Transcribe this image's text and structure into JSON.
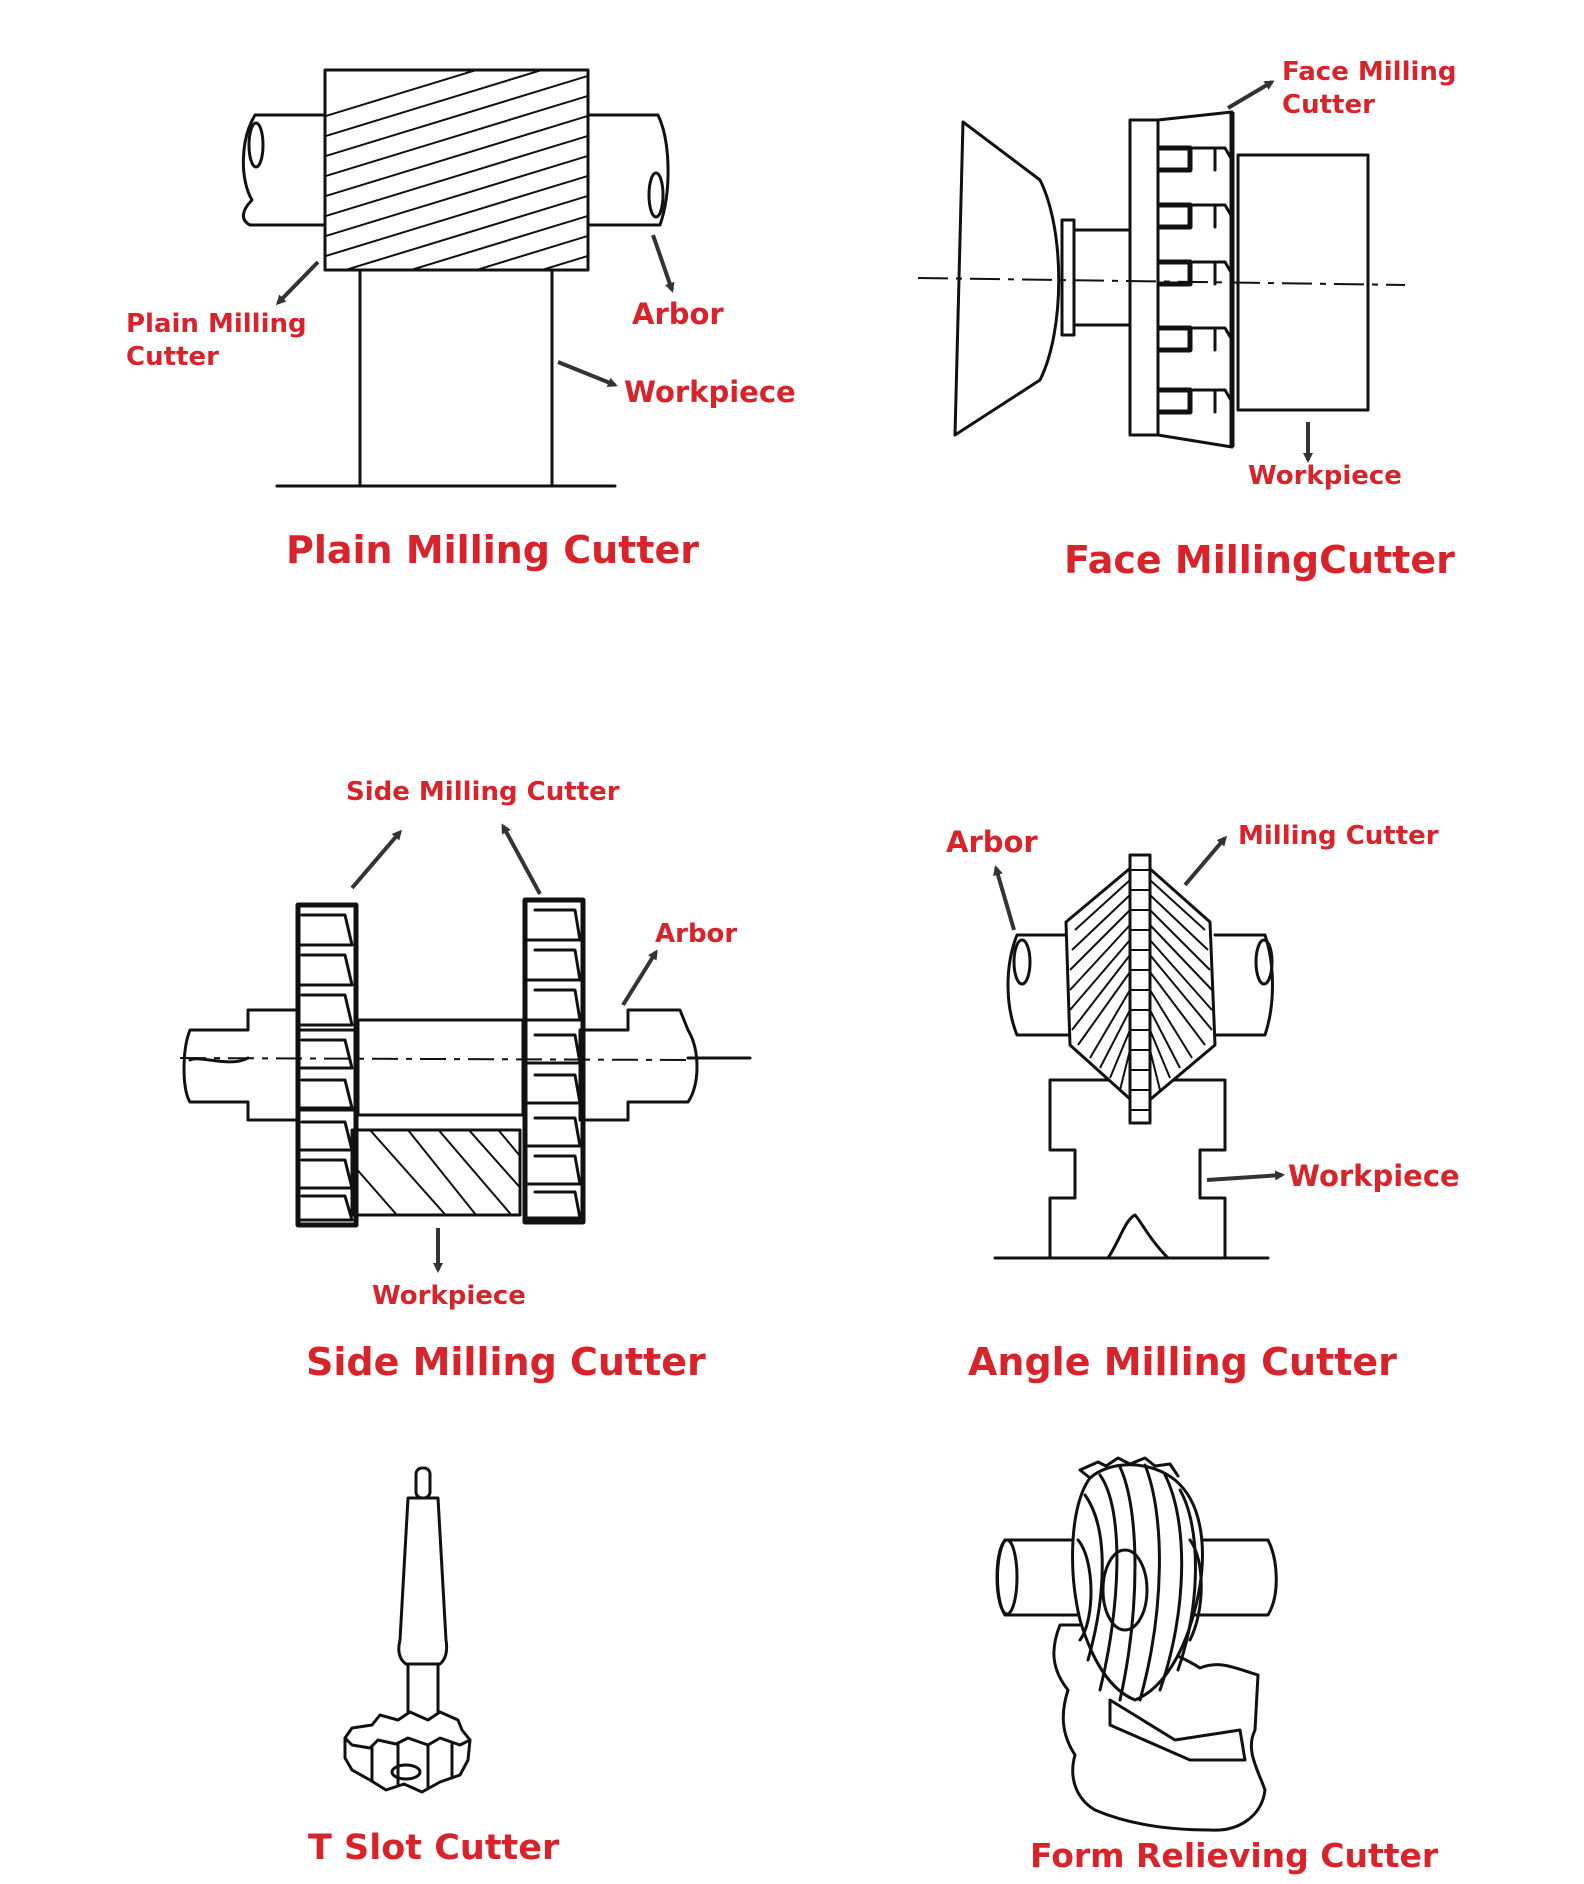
{
  "panels": {
    "plain": {
      "title": "Plain Milling Cutter",
      "label_cutter_line1": "Plain Milling",
      "label_cutter_line2": "Cutter",
      "label_arbor": "Arbor",
      "label_workpiece": "Workpiece"
    },
    "face": {
      "title_part1": "Face Milling",
      "title_part2": "Cutter",
      "label_cutter_line1": "Face Milling",
      "label_cutter_line2": "Cutter",
      "label_workpiece": "Workpiece"
    },
    "side": {
      "title_part1": "Side Milling",
      "title_part2": "Cutter",
      "label_cutter": "Side Milling Cutter",
      "label_arbor": "Arbor",
      "label_workpiece": "Workpiece"
    },
    "angle": {
      "title": "Angle Milling Cutter",
      "label_arbor": "Arbor",
      "label_cutter": "Milling Cutter",
      "label_workpiece": "Workpiece"
    },
    "tslot": {
      "title": "T Slot Cutter"
    },
    "form": {
      "title": "Form Relieving Cutter"
    }
  },
  "colors": {
    "label": "#d8232a",
    "line": "#111111",
    "arrow": "#333333"
  }
}
